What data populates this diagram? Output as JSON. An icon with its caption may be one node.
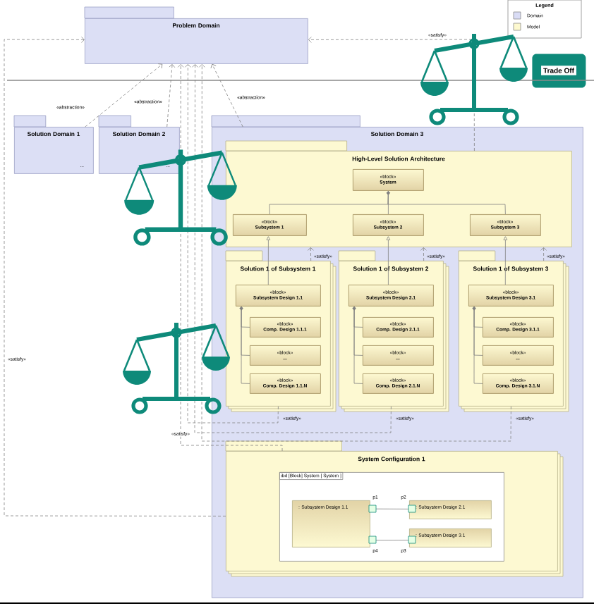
{
  "diagram": {
    "nodes": [
      {
        "text": [
          "Problem Domain"
        ]
      },
      {
        "text": [
          "Trade Off"
        ]
      },
      {
        "text": [
          "Solution Domain 1",
          "..."
        ]
      },
      {
        "text": [
          "Solution Domain 2",
          "..."
        ]
      },
      {
        "text": [
          "Solution Domain 3"
        ]
      },
      {
        "text": [
          "High-Level Solution Architecture"
        ],
        "in": 4
      },
      {
        "text": [
          "«block»",
          "System"
        ],
        "in": 5
      },
      {
        "text": [
          "«block»",
          "Subsystem 1"
        ],
        "in": 5
      },
      {
        "text": [
          "«block»",
          "Subsystem 2"
        ],
        "in": 5
      },
      {
        "text": [
          "«block»",
          "Subsystem 3"
        ],
        "in": 5
      },
      {
        "text": [
          "Solution 1 of Subsystem 1"
        ],
        "in": 4
      },
      {
        "text": [
          "«block»",
          "Subsystem Design 1.1"
        ],
        "in": 10
      },
      {
        "text": [
          "«block»",
          "Comp. Design 1.1.1"
        ],
        "in": 10
      },
      {
        "text": [
          "«block»",
          "..."
        ],
        "in": 10
      },
      {
        "text": [
          "«block»",
          "Comp. Design 1.1.N"
        ],
        "in": 10
      },
      {
        "text": [
          "Solution 1 of Subsystem 2"
        ],
        "in": 4
      },
      {
        "text": [
          "«block»",
          "Subsystem Design 2.1"
        ],
        "in": 15
      },
      {
        "text": [
          "«block»",
          "Comp. Design 2.1.1"
        ],
        "in": 15
      },
      {
        "text": [
          "«block»",
          "..."
        ],
        "in": 15
      },
      {
        "text": [
          "«block»",
          "Comp. Design 2.1.N"
        ],
        "in": 15
      },
      {
        "text": [
          "Solution 1 of Subsystem 3"
        ],
        "in": 4
      },
      {
        "text": [
          "«block»",
          "Subsystem Design 3.1"
        ],
        "in": 20
      },
      {
        "text": [
          "«block»",
          "Comp. Design 3.1.1"
        ],
        "in": 20
      },
      {
        "text": [
          "«block»",
          "..."
        ],
        "in": 20
      },
      {
        "text": [
          "«block»",
          "Comp. Design 3.1.N"
        ],
        "in": 20
      },
      {
        "text": [
          "System Configuration 1"
        ],
        "in": 4
      },
      {
        "text": [
          "ibd [Block] System [ System ]"
        ],
        "in": 25
      },
      {
        "text": [
          ": Subsystem Design 1.1"
        ],
        "in": 26
      },
      {
        "text": [
          ": Subsystem Design 2.1"
        ],
        "in": 26
      },
      {
        "text": [
          ": Subsystem Design 3.1"
        ],
        "in": 26
      }
    ],
    "edges": [
      {
        "from": 2,
        "to": 0,
        "arrow": "to",
        "style": "dashed",
        "label": "«abstraction»"
      },
      {
        "from": 3,
        "to": 0,
        "arrow": "to",
        "style": "dashed",
        "label": "«abstraction»"
      },
      {
        "from": 4,
        "to": 0,
        "arrow": "to",
        "style": "dashed",
        "label": "«abstraction»"
      },
      {
        "from": 5,
        "to": 0,
        "arrow": "to",
        "style": "dashed",
        "label": "«satisfy»"
      },
      {
        "from": 25,
        "to": 0,
        "arrow": "to",
        "style": "dashed",
        "label": "«satisfy»"
      },
      {
        "from": 10,
        "to": 0,
        "arrow": "to",
        "style": "dashed",
        "label": "«satisfy»"
      },
      {
        "from": 15,
        "to": 0,
        "arrow": "to",
        "style": "dashed",
        "label": "«satisfy»"
      },
      {
        "from": 20,
        "to": 0,
        "arrow": "to",
        "style": "dashed",
        "label": "«satisfy»"
      },
      {
        "from": 25,
        "to": 0,
        "arrow": "to",
        "style": "dashed",
        "label": "«satisfy»"
      },
      {
        "from": 6,
        "to": 7,
        "arrow": "other"
      },
      {
        "from": 6,
        "to": 8,
        "arrow": "other"
      },
      {
        "from": 6,
        "to": 9,
        "arrow": "other"
      },
      {
        "from": 11,
        "to": 7,
        "arrow": "to"
      },
      {
        "from": 10,
        "to": 5,
        "arrow": "to",
        "style": "dashed",
        "label": "«satisfy»"
      },
      {
        "from": 16,
        "to": 8,
        "arrow": "to"
      },
      {
        "from": 15,
        "to": 5,
        "arrow": "to",
        "style": "dashed",
        "label": "«satisfy»"
      },
      {
        "from": 21,
        "to": 9,
        "arrow": "to"
      },
      {
        "from": 20,
        "to": 5,
        "arrow": "to",
        "style": "dashed",
        "label": "«satisfy»"
      },
      {
        "from": 11,
        "to": 12,
        "arrow": "other"
      },
      {
        "from": 11,
        "to": 13,
        "arrow": "other"
      },
      {
        "from": 11,
        "to": 14,
        "arrow": "other"
      },
      {
        "from": 16,
        "to": 17,
        "arrow": "other"
      },
      {
        "from": 16,
        "to": 18,
        "arrow": "other"
      },
      {
        "from": 16,
        "to": 19,
        "arrow": "other"
      },
      {
        "from": 21,
        "to": 22,
        "arrow": "other"
      },
      {
        "from": 21,
        "to": 23,
        "arrow": "other"
      },
      {
        "from": 21,
        "to": 24,
        "arrow": "other"
      },
      {
        "from": 27,
        "to": 28,
        "arrow": "none"
      },
      {
        "from": 27,
        "to": 29,
        "arrow": "none"
      }
    ],
    "labels": [
      "Legend",
      "p1",
      "p2",
      "p4",
      "p3"
    ],
    "legend": [
      {
        "text": "Domain",
        "color": "#d9dcf5"
      },
      {
        "text": "Model",
        "color": "#fdf9cf"
      }
    ]
  }
}
